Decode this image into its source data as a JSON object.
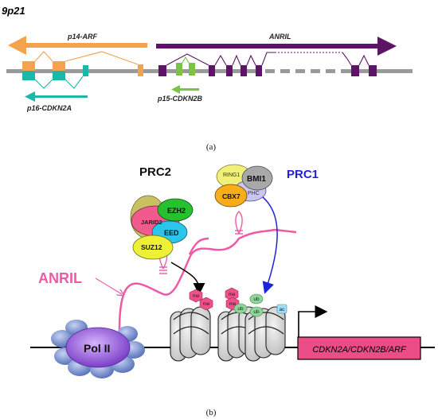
{
  "panel_a": {
    "locus_label": "9p21",
    "genes": {
      "p14arf": "p14-ARF",
      "anril": "ANRIL",
      "p16": "p16-CDKN2A",
      "p15": "p15-CDKN2B"
    },
    "caption": "(a)"
  },
  "panel_b": {
    "prc2": {
      "title": "PRC2",
      "subunits": {
        "jarid2": "JARID2",
        "ezh2": "EZH2",
        "eed": "EED",
        "suz12": "SUZ12"
      }
    },
    "prc1": {
      "title": "PRC1",
      "subunits": {
        "ring1": "RING1",
        "bmi1": "BMI1",
        "phc": "PHC",
        "cbx7": "CBX7"
      }
    },
    "anril_label": "ANRIL",
    "pol2_label": "Pol II",
    "marks": {
      "me": "me",
      "ub": "ub",
      "ac": "ac"
    },
    "target_gene": "CDKN2A/CDKN2B/ARF",
    "caption": "(b)"
  },
  "colors": {
    "orange": "#f5a24f",
    "teal": "#1bb7a8",
    "purple": "#5e1466",
    "green": "#7dc242",
    "grey": "#9a9a9a",
    "anril_pink": "#ee5aa5",
    "prc1_blue": "#1d22e0",
    "pol2_purple": "#7a3fc6",
    "pol2_blue": "#6f88c9",
    "gene_box": "#ec4d87"
  }
}
